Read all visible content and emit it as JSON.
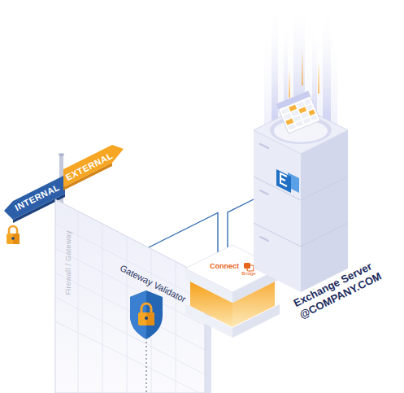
{
  "diagram": {
    "nodes": [
      {
        "text": [
          "INTERNAL"
        ]
      },
      {
        "text": [
          "EXTERNAL"
        ]
      },
      {
        "text": [
          "Firewall / Gateway",
          "Gateway Validator"
        ]
      },
      {
        "text": [
          "Connect",
          "Bridge"
        ]
      },
      {
        "text": [
          "Exchange Server @COMPANY.COM"
        ]
      }
    ],
    "edges": [
      {
        "from": 2,
        "to": 3,
        "arrow": "none"
      },
      {
        "from": 3,
        "to": 4,
        "arrow": "none"
      }
    ]
  }
}
